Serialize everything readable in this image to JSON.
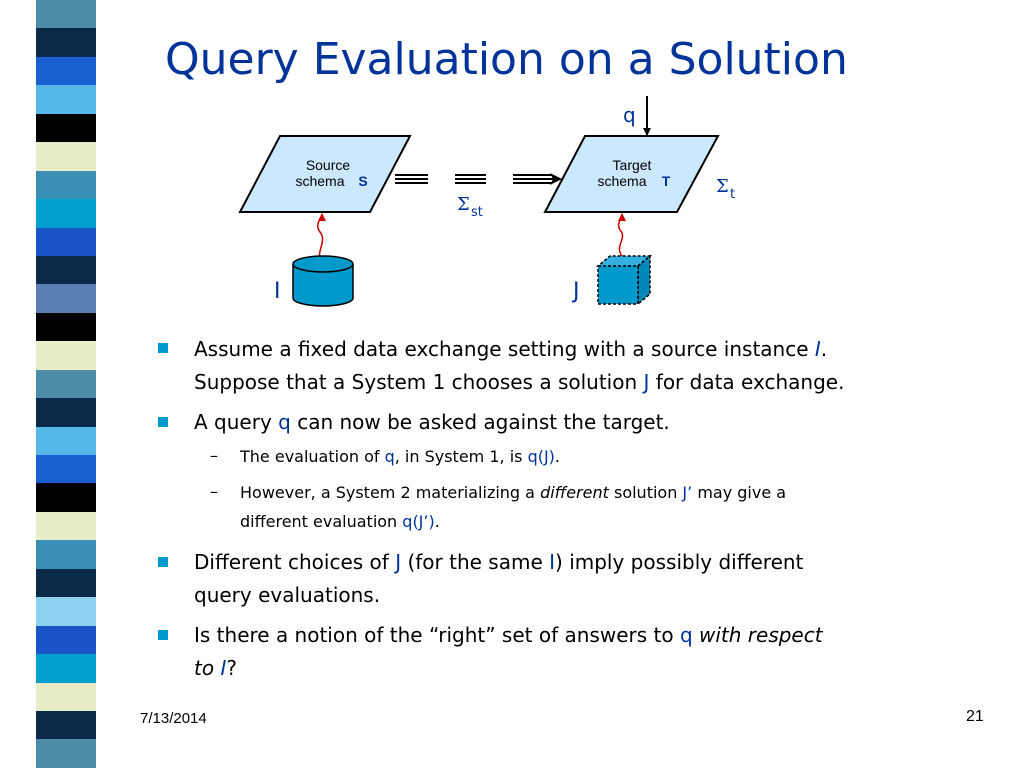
{
  "slide": {
    "title": "Query Evaluation on a Solution",
    "date": "7/13/2014",
    "page_number": "21"
  },
  "diagram": {
    "source_label_1": "Source",
    "source_label_2": "schema",
    "source_symbol": "S",
    "target_label_1": "Target",
    "target_label_2": "schema",
    "target_symbol": "T",
    "query": "q",
    "sigma_st": "Σ",
    "sigma_st_sub": "st",
    "sigma_t": "Σ",
    "sigma_t_sub": "t",
    "instance_I": "I",
    "instance_J": "J"
  },
  "bullets": {
    "b1_line1_a": "Assume a fixed data exchange setting with a source instance ",
    "b1_line1_I": "I",
    "b1_line1_end": ".",
    "b1_line2_a": "Suppose that a System 1 chooses a solution ",
    "b1_line2_J": "J",
    "b1_line2_b": " for data exchange.",
    "b2_a": "A query ",
    "b2_q": "q",
    "b2_b": "  can now be asked against the target.",
    "s1_a": "The evaluation of ",
    "s1_q": "q",
    "s1_b": ", in System 1,  is ",
    "s1_qj": "q(J)",
    "s1_end": ".",
    "s2_line1_a": "However, a System 2 materializing a ",
    "s2_line1_diff": "different",
    "s2_line1_b": " solution ",
    "s2_line1_J": "J’",
    "s2_line1_c": " may give a",
    "s2_line2_a": "different evaluation ",
    "s2_line2_qj": "q(J’)",
    "s2_line2_end": ".",
    "b3_line1_a": "Different choices of ",
    "b3_line1_J": "J",
    "b3_line1_b": " (for the same ",
    "b3_line1_I": "I",
    "b3_line1_c": ") imply possibly different",
    "b3_line2": "query evaluations.",
    "b4_line1_a": "Is there a notion of the “right” set of answers to ",
    "b4_line1_q": "q",
    "b4_line1_b": " with respect",
    "b4_line2_a": "to ",
    "b4_line2_I": "I",
    "b4_line2_end": "?",
    "dash": "–"
  },
  "colors": {
    "title": "#003399",
    "bullet": "#0099cc",
    "shape_fill": "#cce8ff",
    "cylinder": "#0099cc",
    "arrow_red": "#cc0000"
  },
  "stripe_colors": [
    "#4d8ca6",
    "#0b2a4a",
    "#1a5fd0",
    "#55b8e6",
    "#000000",
    "#e8edc8",
    "#3a8fb5",
    "#00a0cc",
    "#1a55c8",
    "#0b2a4a",
    "#5a7fb0",
    "#000000",
    "#e8edc8",
    "#4d8ca6",
    "#0b2a4a",
    "#55b8e6",
    "#1a5fd0",
    "#000000",
    "#e8edc8",
    "#3a8fb5",
    "#0b2a4a",
    "#8fd0ef",
    "#1a55c8",
    "#00a0cc",
    "#e8edc8",
    "#0b2a4a",
    "#4d8ca6"
  ]
}
